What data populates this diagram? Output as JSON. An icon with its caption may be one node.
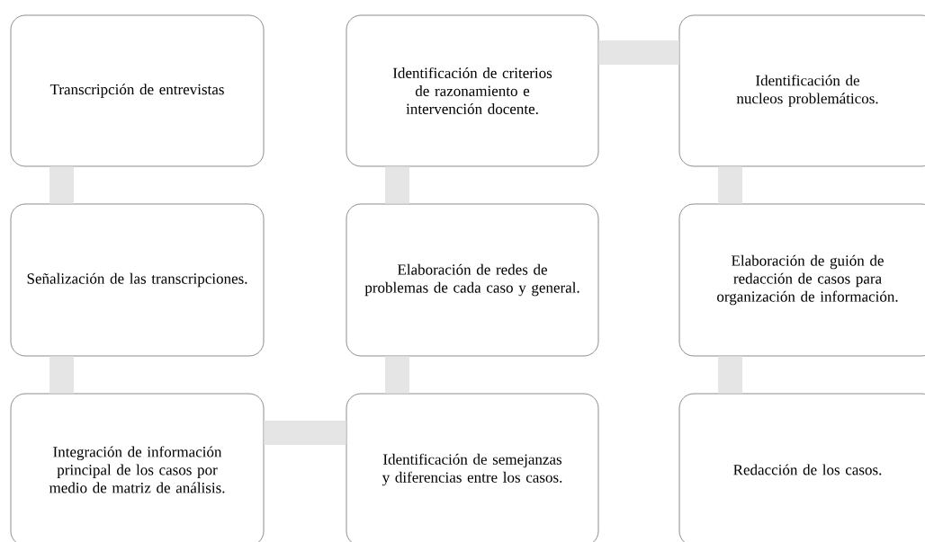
{
  "diagram": {
    "nodes": [
      {
        "text": [
          "Transcripción de entrevistas"
        ]
      },
      {
        "text": [
          "Señalización de las transcripciones."
        ]
      },
      {
        "text": [
          "Integración de información principal de los casos por medio de matriz de análisis."
        ]
      },
      {
        "text": [
          "Identificación de semejanzas y diferencias entre los casos."
        ]
      },
      {
        "text": [
          "Elaboración de redes de problemas de cada caso y general."
        ]
      },
      {
        "text": [
          "Identificación de criterios de razonamiento e intervención docente."
        ]
      },
      {
        "text": [
          "Identificación de nucleos problemáticos."
        ]
      },
      {
        "text": [
          "Elaboración de guión de redacción de casos para organización de información."
        ]
      },
      {
        "text": [
          "Redacción de los casos."
        ]
      }
    ],
    "edges": [
      {
        "from": 0,
        "to": 1,
        "arrow": "none"
      },
      {
        "from": 1,
        "to": 2,
        "arrow": "none"
      },
      {
        "from": 2,
        "to": 3,
        "arrow": "none"
      },
      {
        "from": 3,
        "to": 4,
        "arrow": "none"
      },
      {
        "from": 4,
        "to": 5,
        "arrow": "none"
      },
      {
        "from": 5,
        "to": 6,
        "arrow": "none"
      },
      {
        "from": 6,
        "to": 7,
        "arrow": "none"
      },
      {
        "from": 7,
        "to": 8,
        "arrow": "none"
      }
    ]
  }
}
